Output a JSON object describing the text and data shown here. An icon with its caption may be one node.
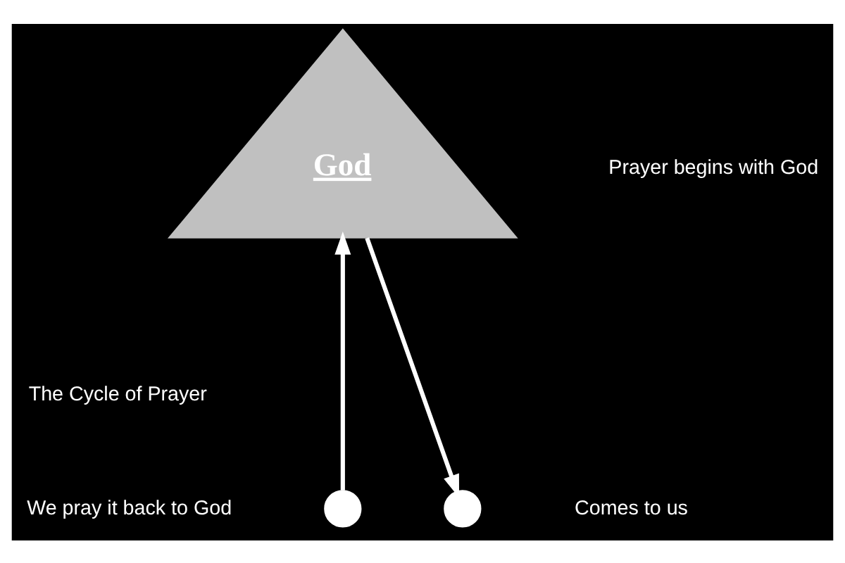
{
  "diagram": {
    "nodes": [
      {
        "text": [
          "God"
        ]
      },
      {
        "text": [],
        "shape": "person"
      },
      {
        "text": [],
        "shape": "person"
      }
    ],
    "edges": [
      {
        "from": 0,
        "to": 2,
        "arrow": "to"
      },
      {
        "from": 1,
        "to": 0,
        "arrow": "to"
      }
    ],
    "labels": [
      "Prayer begins with God",
      "The Cycle of Prayer",
      "We pray it back to God",
      "Comes to us"
    ]
  }
}
